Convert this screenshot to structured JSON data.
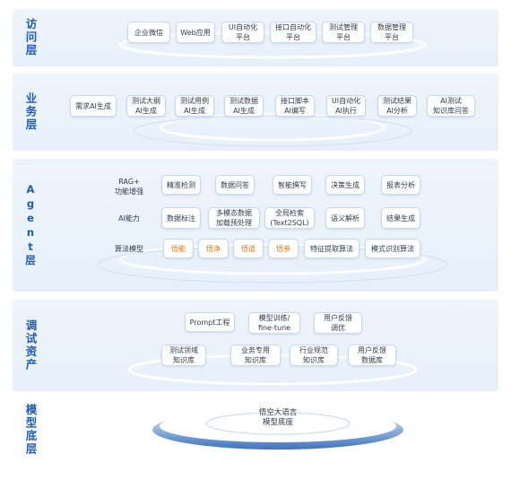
{
  "layers": {
    "access": {
      "label": "访问层",
      "items": [
        "企业微信",
        "Web应用",
        "UI自动化\n平台",
        "接口自动化\n平台",
        "测试管理\n平台",
        "数据管理\n平台"
      ]
    },
    "business": {
      "label": "业务层",
      "items": [
        "需求AI生成",
        "测试大纲\nAI生成",
        "测试用例\nAI生成",
        "测试数据\nAI生成",
        "接口脚本\nAI编写",
        "UI自动化\nAI执行",
        "测试结果\nAI分析",
        "AI测试\n知识库问答"
      ]
    },
    "agent": {
      "label": "Agent层",
      "rows": [
        {
          "label": "RAG+\n功能增强",
          "items": [
            "精准检测",
            "数据问答",
            "智能撰写",
            "决策生成",
            "报表分析"
          ]
        },
        {
          "label": "AI能力",
          "items": [
            "数据标注",
            "多模态数据\n加载预处理",
            "全局检索\n(Text2SQL)",
            "语义解析",
            "结果生成"
          ]
        },
        {
          "label": "算法模型",
          "items": [
            "悟能",
            "悟净",
            "悟道",
            "悟参",
            "特征提取算法",
            "模式识别算法"
          ]
        }
      ]
    },
    "debug": {
      "label": "调试资产",
      "row1": [
        "Prompt工程",
        "模型训练/\nfine-tune",
        "用户反馈\n调优"
      ],
      "row2": [
        "测试领域\n知识库",
        "业务专用\n知识库",
        "行业规范\n知识库",
        "用户反馈\n数据库"
      ]
    },
    "model": {
      "label": "模型底层",
      "center": "悟空大语言\n模型底座"
    }
  },
  "colors": {
    "accent_blue": "#1f5bb5",
    "highlight_orange": "#e27a12",
    "panel_bg": "#eaf2fb",
    "box_border": "#c9d9ef"
  }
}
